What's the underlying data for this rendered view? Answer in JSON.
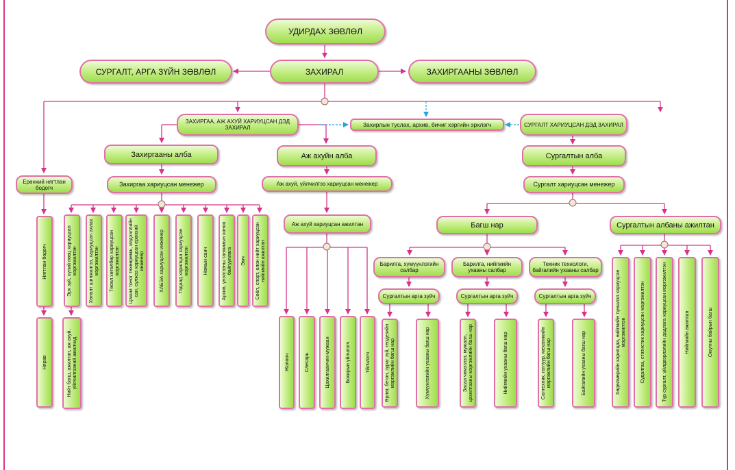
{
  "top": {
    "board": "УДИРДАХ ЗӨВЛӨЛ",
    "director": "ЗАХИРАЛ",
    "methods_council": "СУРГАЛТ, АРГА ЗҮЙН ЗӨВЛӨЛ",
    "admin_council": "ЗАХИРГААНЫ ЗӨВЛӨЛ"
  },
  "second": {
    "admin_deputy": "ЗАХИРГАА, АЖ АХУЙ ХАРИУЦСАН ДЭД ЗАХИРАЛ",
    "assistant": "Захирлын туслах, архив, бичиг хэргийн эрхлэгч",
    "training_deputy": "СУРГАЛТ ХАРИУЦСАН ДЭД ЗАХИРАЛ"
  },
  "departments": {
    "admin_office": "Захиргааны алба",
    "household_office": "Аж ахуйн алба",
    "training_office": "Сургалтын алба",
    "chief_accountant": "Ерөнхий нягтлан бодогч",
    "admin_manager": "Захиргаа хариуцсан менежер",
    "household_manager": "Аж ахуй, үйлчилгээ хариуцсан менежер",
    "training_manager": "Сургалт хариуцсан менежер",
    "household_staff": "Аж ахуй хариуцсан ажилтан",
    "teachers": "Багш нар",
    "training_staff": "Сургалтын албаны ажилтан"
  },
  "accounting": {
    "accountant": "Нягтлан бодогч",
    "cashier": "Нярав"
  },
  "admin_staff": [
    "Эрх зүй, хүний нөөц хариуцсан мэргэжилтэн",
    "Хөнөлт шинжилгээ, хариуцсан ахлах мэргэжилтэн",
    "Төсөл хөтөлбөр хариуцсан мэргэжилтэн",
    "Цахим тоног төхөөрөмж, мэдээллийн сан, сүлжээ хариуцсан ерөнхий инженер",
    "ХАБЭА хариуцсан инженер",
    "Гадаад харилцаа хариуцсан мэргэжилтэн",
    "Номын санч",
    "Архив, үнэлгээны танхимын хоноо байгууллага",
    "Эмч",
    "Соёл, спорт, олон нийт хариуцсан нийгмийн ажилтан"
  ],
  "admin_sub": "Нийт багш, ажилтан, аж ахуй, үйлчилгээний ажилчид",
  "household_workers": [
    "Жолооч",
    "Слесарь",
    "Цахилгаанчин-мужаан",
    "Бохирын үйлчлэгч",
    "Үйлчлэгч"
  ],
  "sectors": [
    {
      "name": "Барилга, хүмүүнлэгийн салбар",
      "method": "Сургалтын арга зүйч",
      "teachers": [
        "Өрлөг, бетон, зураг зүй, геодезийн мэргэжлийн багш нар",
        "Хүмүүнлэгийн ухааны багш нар"
      ]
    },
    {
      "name": "Барилга, нийгмийн ухааны салбар",
      "method": "Сургалтын арга зүйч",
      "teachers": [
        "Засал чимэглэл, мужаан, цахилгааны мэргэжлийн багш нар",
        "Нийгмийн ухааны багш нар"
      ]
    },
    {
      "name": "Техник технологи, байгалийн ухааны салбар",
      "method": "Сургалтын арга зүйч",
      "teachers": [
        "Сантехник, гагнуур, механикийн мэргэжлийн багш нар",
        "Байгалийн ухааны багш нар"
      ]
    }
  ],
  "training_staff_list": [
    "Хөдөлмөрийн харилцаа, нийгмийн түншлэл хариуцсан мэргэжилтэн",
    "Судалгаа, статистик хариуцсан мэргэжилтэн",
    "Түр сургалт, үйлдвэрлэлийн дадлага хариуцсан мэргэжилтэн",
    "Нийгмийн ажилтан",
    "Оюутны байрын багш"
  ],
  "colors": {
    "line": "#d6348a",
    "dashed": "#2aa3d8",
    "box_top": "#eefbd5",
    "box_bottom": "#9ede4c"
  }
}
